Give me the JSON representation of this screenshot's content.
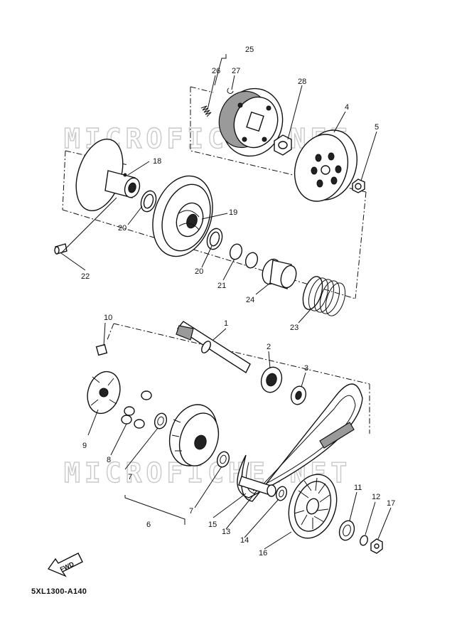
{
  "watermark": "MICROFICHE.NET",
  "diagram_code": "5XL1300-A140",
  "fwd_label": "FWD",
  "callouts": {
    "c1": "1",
    "c2": "2",
    "c3": "3",
    "c4": "4",
    "c5": "5",
    "c6": "6",
    "c7a": "7",
    "c7b": "7",
    "c8": "8",
    "c9": "9",
    "c10": "10",
    "c11": "11",
    "c12": "12",
    "c13": "13",
    "c14": "14",
    "c15": "15",
    "c16": "16",
    "c17": "17",
    "c18": "18",
    "c19": "19",
    "c20a": "20",
    "c20b": "20",
    "c21": "21",
    "c22": "22",
    "c23": "23",
    "c24": "24",
    "c25": "25",
    "c26": "26",
    "c27": "27",
    "c28": "28"
  }
}
